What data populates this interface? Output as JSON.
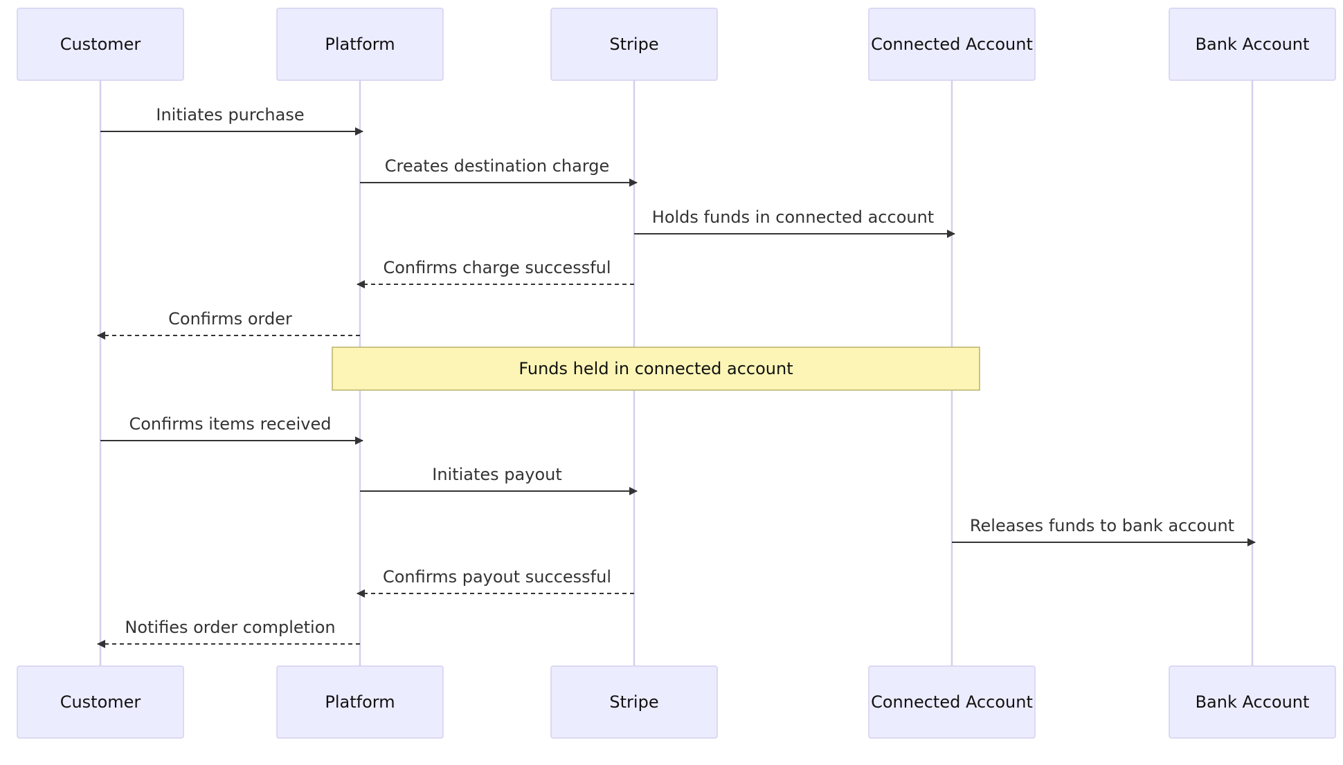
{
  "diagram": {
    "type": "sequence",
    "participants": [
      {
        "id": "customer",
        "label": "Customer"
      },
      {
        "id": "platform",
        "label": "Platform"
      },
      {
        "id": "stripe",
        "label": "Stripe"
      },
      {
        "id": "connected",
        "label": "Connected Account"
      },
      {
        "id": "bank",
        "label": "Bank Account"
      }
    ],
    "steps": [
      {
        "kind": "message",
        "from": "customer",
        "to": "platform",
        "style": "solid",
        "label": "Initiates purchase"
      },
      {
        "kind": "message",
        "from": "platform",
        "to": "stripe",
        "style": "solid",
        "label": "Creates destination charge"
      },
      {
        "kind": "message",
        "from": "stripe",
        "to": "connected",
        "style": "solid",
        "label": "Holds funds in connected account"
      },
      {
        "kind": "message",
        "from": "stripe",
        "to": "platform",
        "style": "dashed",
        "label": "Confirms charge successful"
      },
      {
        "kind": "message",
        "from": "platform",
        "to": "customer",
        "style": "dashed",
        "label": "Confirms order"
      },
      {
        "kind": "note",
        "over": [
          "platform",
          "connected"
        ],
        "label": "Funds held in connected account"
      },
      {
        "kind": "message",
        "from": "customer",
        "to": "platform",
        "style": "solid",
        "label": "Confirms items received"
      },
      {
        "kind": "message",
        "from": "platform",
        "to": "stripe",
        "style": "solid",
        "label": "Initiates payout"
      },
      {
        "kind": "message",
        "from": "connected",
        "to": "bank",
        "style": "solid",
        "label": "Releases funds to bank account"
      },
      {
        "kind": "message",
        "from": "stripe",
        "to": "platform",
        "style": "dashed",
        "label": "Confirms payout successful"
      },
      {
        "kind": "message",
        "from": "platform",
        "to": "customer",
        "style": "dashed",
        "label": "Notifies order completion"
      }
    ],
    "colors": {
      "actor_fill": "#ececff",
      "actor_stroke": "#d3d0ef",
      "lifeline": "#d3d0ef",
      "arrow": "#333333",
      "note_fill": "#fcf5b6",
      "note_stroke": "#b9b26a"
    }
  }
}
